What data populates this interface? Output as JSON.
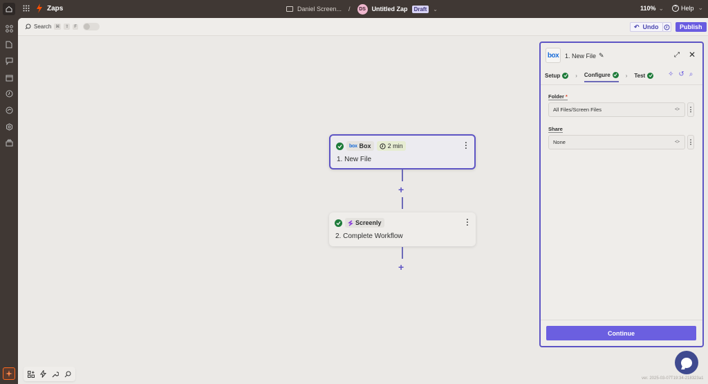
{
  "topbar": {
    "brand": "Zaps",
    "breadcrumb": {
      "folder": "Daniel Screen...",
      "separator": "/",
      "avatar_initials": "DS",
      "zap_name": "Untitled Zap",
      "status_badge": "Draft"
    },
    "zoom_level": "110%",
    "help_label": "Help"
  },
  "rail": {
    "items": [
      "zaps-apps",
      "templates",
      "interfaces",
      "tables",
      "history",
      "transfers",
      "settings",
      "canvas"
    ]
  },
  "toolbar": {
    "search_label": "Search",
    "shortcut_keys": [
      "⌘",
      "⇧",
      "F"
    ],
    "undo_label": "Undo",
    "publish_label": "Publish"
  },
  "steps": [
    {
      "app": "Box",
      "app_logo": "box",
      "duration": "2 min",
      "title": "1. New File",
      "selected": true
    },
    {
      "app": "Screenly",
      "title": "2. Complete Workflow",
      "selected": false
    }
  ],
  "panel": {
    "logo": "box",
    "title": "1. New File",
    "tabs": [
      {
        "label": "Setup",
        "done": true
      },
      {
        "label": "Configure",
        "done": true,
        "active": true
      },
      {
        "label": "Test",
        "done": true
      }
    ],
    "fields": [
      {
        "label": "Folder",
        "required": true,
        "value": "All Files/Screen Files"
      },
      {
        "label": "Share",
        "required": false,
        "value": "None"
      }
    ],
    "continue_label": "Continue"
  },
  "footer": {
    "version": "ver. 2025-03-07T19:34-218323a1"
  },
  "colors": {
    "accent": "#695be0",
    "topbar_bg": "#403834",
    "canvas_bg": "#ebe9e6",
    "success": "#1e7b3a",
    "brand_orange": "#ff4f00"
  }
}
